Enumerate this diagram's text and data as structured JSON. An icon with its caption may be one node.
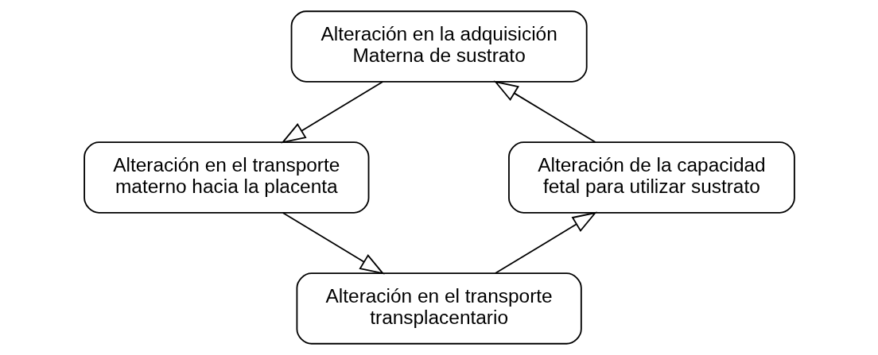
{
  "diagram": {
    "nodes": [
      {
        "text": [
          "Alteración en la adquisición Materna de sustrato"
        ]
      },
      {
        "text": [
          "Alteración en el transporte materno hacia la placenta"
        ]
      },
      {
        "text": [
          "Alteración en el transporte transplacentario"
        ]
      },
      {
        "text": [
          "Alteración de la capacidad fetal para utilizar sustrato"
        ]
      }
    ],
    "edges": [
      {
        "from": 0,
        "to": 1,
        "arrow": "to"
      },
      {
        "from": 1,
        "to": 2,
        "arrow": "to"
      },
      {
        "from": 2,
        "to": 3,
        "arrow": "to"
      },
      {
        "from": 3,
        "to": 0,
        "arrow": "to"
      }
    ]
  }
}
